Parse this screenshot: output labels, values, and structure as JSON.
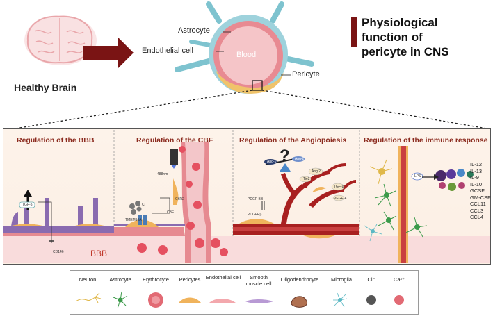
{
  "header": {
    "brain_label": "Healthy Brain",
    "title_lines": [
      "Physiological",
      "function of",
      "pericyte in CNS"
    ],
    "accent_color": "#7a1414"
  },
  "vessel": {
    "astrocyte_label": "Astrocyte",
    "endothelial_label": "Endothelial cell",
    "blood_label": "Blood",
    "pericyte_label": "Pericyte"
  },
  "panels": [
    {
      "title": "Regulation of the  BBB"
    },
    {
      "title": "Regulation of the  CBF"
    },
    {
      "title": "Regulation of the  Angiopoiesis"
    },
    {
      "title": "Regulation of the immune response"
    }
  ],
  "panel1": {
    "tgf_label": "TGF-β",
    "cd146_label": "CD146",
    "bbb_label": "BBB"
  },
  "panel2": {
    "laser_label": "488nm",
    "chr2_label": "ChR2",
    "cl_label": "Cl",
    "cbf_label": "CBF",
    "tmem_label": "TMEM16A"
  },
  "panel3": {
    "ang1_label": "Ang-1",
    "ang2_label": "Ang-2",
    "angb_label": "Ang 2",
    "tgf_label": "TGF-β",
    "pdgfb_label": "PDGF-BB",
    "pdgfrb_label": "PDGFRβ",
    "vegf_label": "VEGF-A",
    "tie2_label": "Tie2"
  },
  "panel4": {
    "lps_label": "LPS",
    "cytokines": [
      "IL-12",
      "IL-13",
      "IL-9",
      "IL-10",
      "GCSF",
      "GM-CSF",
      "CCL11",
      "CCL3",
      "CCL4"
    ]
  },
  "legend": {
    "items": [
      {
        "label": "Neuron"
      },
      {
        "label": "Astrocyte"
      },
      {
        "label": "Erythrocyte"
      },
      {
        "label": "Pericytes"
      },
      {
        "label": "Endothelial cell"
      },
      {
        "label": "Smooth muscle cell"
      },
      {
        "label": "Oligodendrocyte"
      },
      {
        "label": "Microglia"
      },
      {
        "label": "Cl⁻"
      },
      {
        "label": "Ca²⁺"
      }
    ]
  },
  "colors": {
    "vessel_red": "#b52424",
    "pericyte_orange": "#f0b35c",
    "astro_blue": "#7ec3cf",
    "purple": "#8a6bb0",
    "panel_title": "#8b2a1e"
  }
}
